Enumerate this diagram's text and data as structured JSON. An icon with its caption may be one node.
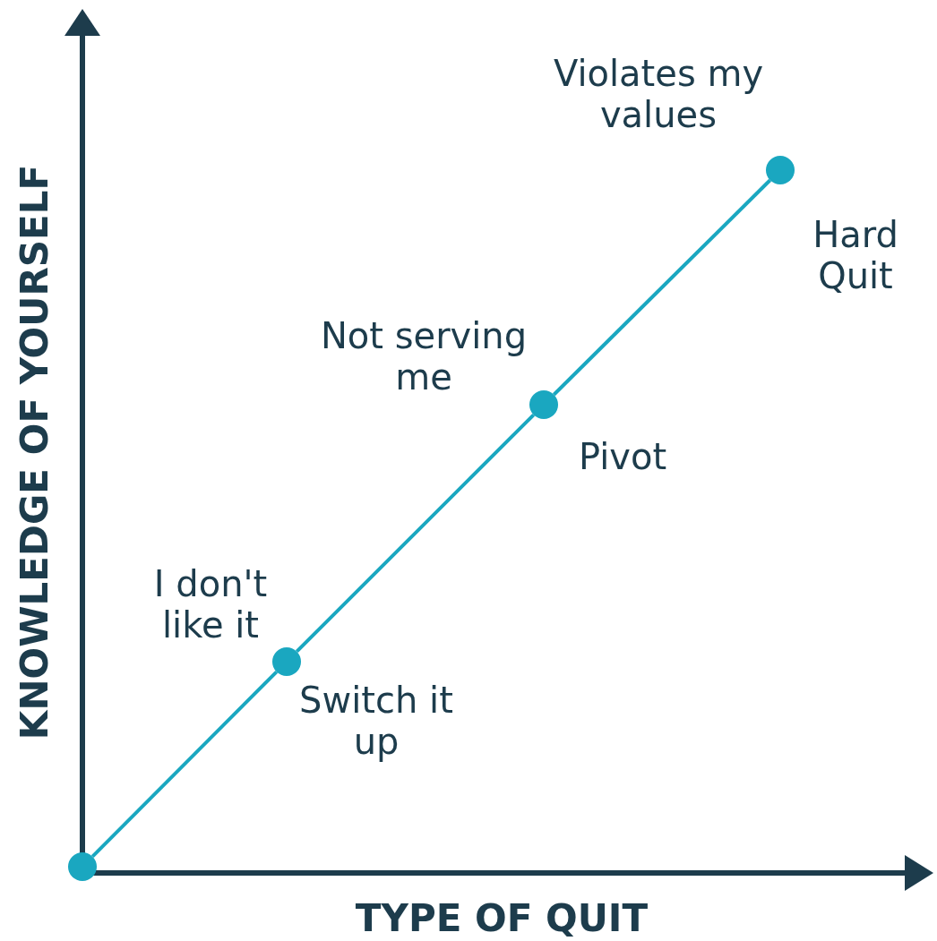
{
  "diagram": {
    "nodes": [
      {
        "text": [],
        "shape": "circle"
      },
      {
        "text": [],
        "shape": "circle",
        "beside": [
          "I don't like it",
          "Switch it up"
        ]
      },
      {
        "text": [],
        "shape": "circle",
        "beside": [
          "Not serving me",
          "Pivot"
        ]
      },
      {
        "text": [],
        "shape": "circle",
        "beside": [
          "Violates my values",
          "Hard Quit"
        ]
      }
    ],
    "edges": [
      {
        "from": 0,
        "to": 1,
        "arrow": "none"
      },
      {
        "from": 1,
        "to": 2,
        "arrow": "none"
      },
      {
        "from": 2,
        "to": 3,
        "arrow": "none"
      }
    ],
    "labels": [
      "KNOWLEDGE OF YOURSELF",
      "TYPE OF QUIT"
    ]
  }
}
